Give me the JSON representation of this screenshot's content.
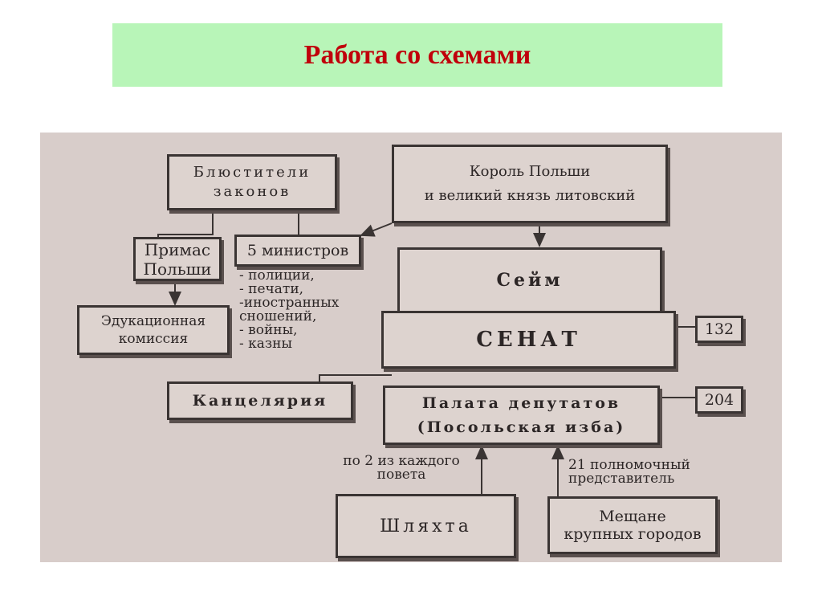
{
  "slide": {
    "title": "Работа со схемами"
  },
  "diagram": {
    "guardians": [
      "Блюстители",
      "законов"
    ],
    "king": [
      "Король Польши",
      "и великий князь литовский"
    ],
    "primate": [
      "Примас",
      "Польши"
    ],
    "ministers": "5 министров",
    "ministries": [
      "- полиции,",
      "- печати,",
      "-иностранных",
      "сношений,",
      "- войны,",
      "- казны"
    ],
    "education": [
      "Эдукационная",
      "комиссия"
    ],
    "sejm": "Сейм",
    "senate": "СЕНАТ",
    "senate_count": "132",
    "chancellery": "Канцелярия",
    "chamber": [
      "Палата депутатов",
      "(Посольская изба)"
    ],
    "chamber_count": "204",
    "szlachta_note": [
      "по 2 из каждого",
      "повета"
    ],
    "burghers_note": [
      "21 полномочный",
      "представитель"
    ],
    "szlachta": "Шляхта",
    "burghers": [
      "Мещане",
      "крупных городов"
    ]
  }
}
